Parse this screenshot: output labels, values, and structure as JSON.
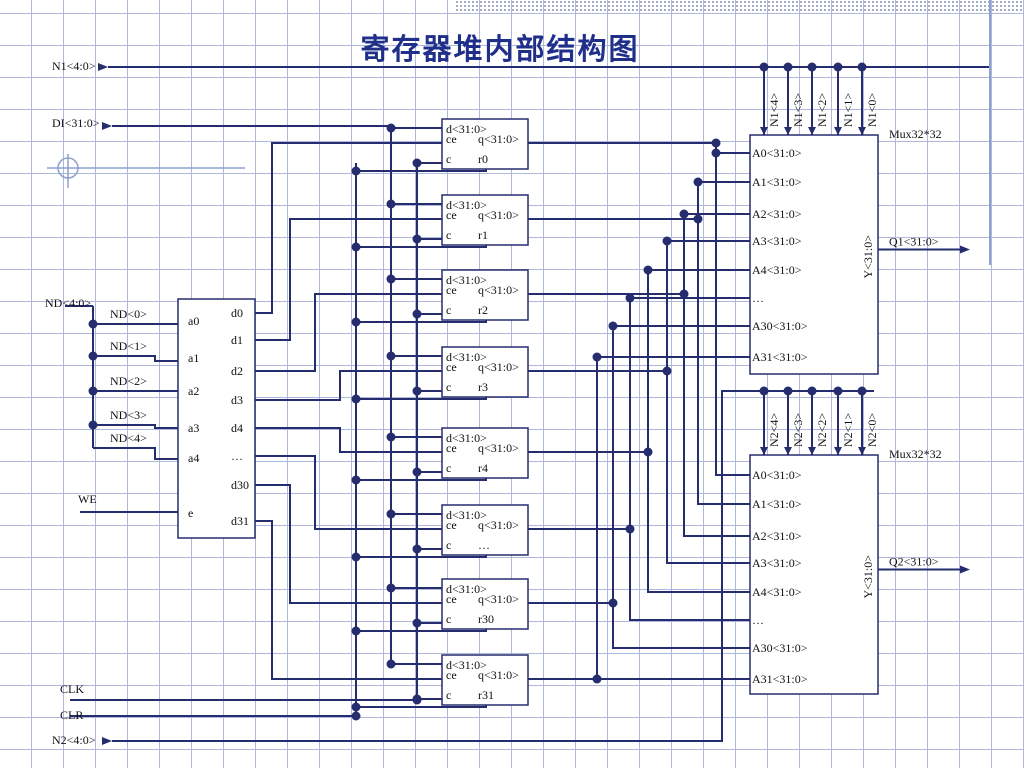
{
  "title": "寄存器堆内部结构图",
  "signals": {
    "n1": "N1<4:0>",
    "di": "DI<31:0>",
    "nd": "ND<4:0>",
    "we": "WE",
    "clk": "CLK",
    "clr": "CLR",
    "n2": "N2<4:0>"
  },
  "nd_bits": [
    "ND<0>",
    "ND<1>",
    "ND<2>",
    "ND<3>",
    "ND<4>"
  ],
  "decoder": {
    "inputs": [
      "a0",
      "a1",
      "a2",
      "a3",
      "a4",
      "e"
    ],
    "outputs": [
      "d0",
      "d1",
      "d2",
      "d3",
      "d4",
      "…",
      "d30",
      "d31"
    ]
  },
  "register_ports": {
    "d": "d<31:0>",
    "ce": "ce",
    "q": "q<31:0>",
    "c": "c"
  },
  "registers": [
    "r0",
    "r1",
    "r2",
    "r3",
    "r4",
    "…",
    "r30",
    "r31"
  ],
  "mux": {
    "label": "Mux32*32",
    "inputs": [
      "A0<31:0>",
      "A1<31:0>",
      "A2<31:0>",
      "A3<31:0>",
      "A4<31:0>",
      "…",
      "A30<31:0>",
      "A31<31:0>"
    ],
    "y": "Y<31:0>"
  },
  "mux1_select": [
    "N1<4>",
    "N1<3>",
    "N1<2>",
    "N1<1>",
    "N1<0>"
  ],
  "mux2_select": [
    "N2<4>",
    "N2<3>",
    "N2<2>",
    "N2<1>",
    "N2<0>"
  ],
  "outputs": {
    "q1": "Q1<31:0>",
    "q2": "Q2<31:0>"
  },
  "colors": {
    "wire": "#262d6e",
    "title": "#1f2f8a",
    "grid": "#aeb8d8"
  }
}
